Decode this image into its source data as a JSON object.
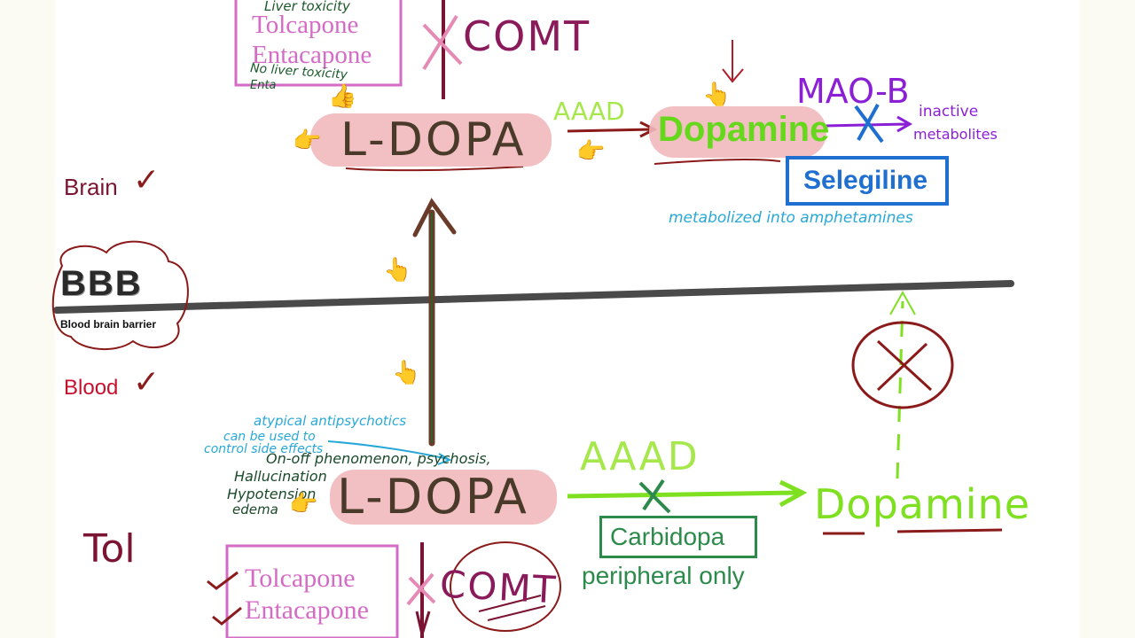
{
  "brain": {
    "label": "Brain",
    "check": "✓",
    "ldopa": "L-DOPA",
    "aaad": "AAAD",
    "dopamine": "Dopamine",
    "maob": "MAO-B",
    "inactive_line1": "inactive",
    "inactive_line2": "metabolites",
    "selegiline": "Selegiline",
    "metabolized": "metabolized into amphetamines",
    "comt": "COMT",
    "box_note_top": "Liver toxicity",
    "box_line1": "Tolcapone",
    "box_line2": "Entacapone",
    "box_note_bottom": "No liver toxicity",
    "box_note_extra": "Enta"
  },
  "barrier": {
    "abbr": "BBB",
    "full": "Blood brain barrier"
  },
  "blood": {
    "label": "Blood",
    "check": "✓",
    "ldopa": "L-DOPA",
    "aaad": "AAAD",
    "dopamine": "Dopamine",
    "carbidopa": "Carbidopa",
    "peripheral": "peripheral only",
    "comt": "COMT",
    "box_line1": "Tolcapone",
    "box_line2": "Entacapone",
    "tol": "Tol",
    "side_effects": {
      "atypical": "atypical antipsychotics",
      "can_be_used": "can be used to",
      "control": "control side effects",
      "onoff": "On-off phenomenon, psychosis,",
      "halluc": "Hallucination",
      "hypo": "Hypotension",
      "edema": "edema"
    }
  },
  "colors": {
    "maroon": "#7b1432",
    "pill": "#f1b8bb",
    "brown": "#5b3a2a",
    "green": "#7fe021",
    "purple": "#8b1fd6",
    "blue": "#1f6fd0",
    "cyan": "#29a8d8",
    "pink": "#d46bc5",
    "red": "#c8102e",
    "darkgreen": "#2c8a4a"
  },
  "icons": [
    "pointing-hand-icon",
    "thumbs-up-icon",
    "check-icon",
    "cross-icon"
  ]
}
